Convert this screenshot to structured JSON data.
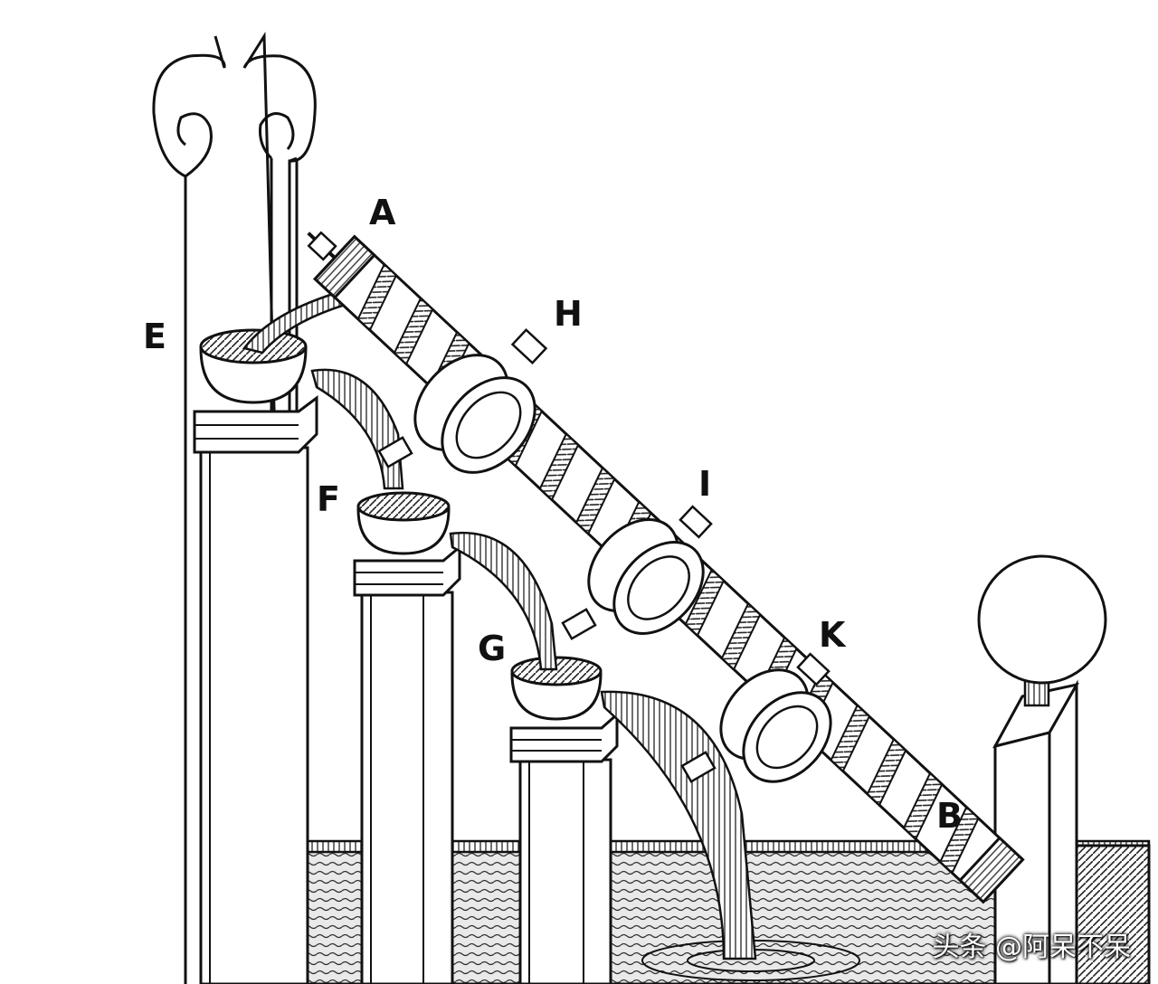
{
  "diagram": {
    "labels": {
      "A": "A",
      "B": "B",
      "E": "E",
      "F": "F",
      "G": "G",
      "H": "H",
      "I": "I",
      "K": "K"
    }
  },
  "watermark": "头条 @阿呆不呆",
  "colors": {
    "ink": "#111111",
    "paper": "#ffffff"
  }
}
